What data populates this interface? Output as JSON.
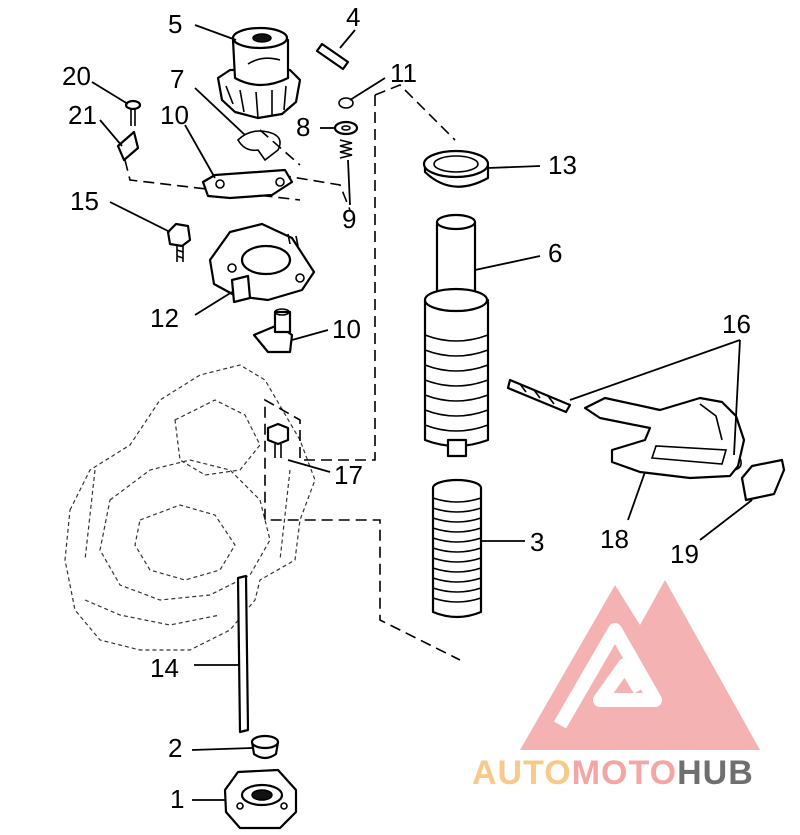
{
  "callouts": [
    "5",
    "4",
    "20",
    "7",
    "11",
    "21",
    "10",
    "8",
    "13",
    "9",
    "15",
    "6",
    "12",
    "10",
    "16",
    "17",
    "3",
    "18",
    "19",
    "14",
    "2",
    "1"
  ],
  "watermark": {
    "brand_part1": "AUTO",
    "brand_part2": "MOTO",
    "brand_part3": "HUB",
    "color_primary": "#f4a5a5",
    "color_secondary": "#f9c98a",
    "color_tertiary": "#6f6f6f"
  }
}
